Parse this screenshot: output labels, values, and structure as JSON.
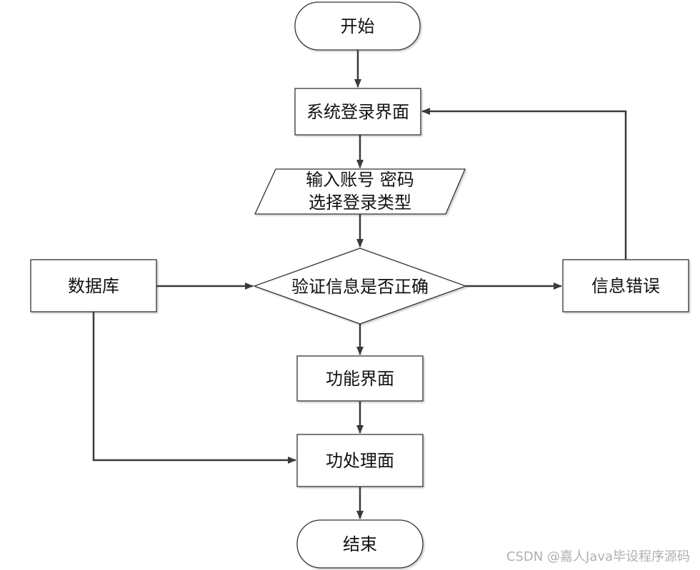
{
  "nodes": {
    "start": {
      "label": "开始"
    },
    "login_page": {
      "label": "系统登录界面"
    },
    "input": {
      "line1": "输入账号 密码",
      "line2": "选择登录类型"
    },
    "verify": {
      "label": "验证信息是否正确"
    },
    "database": {
      "label": "数据库"
    },
    "error": {
      "label": "信息错误"
    },
    "function_page": {
      "label": "功能界面"
    },
    "process_page": {
      "label": "功处理面"
    },
    "end": {
      "label": "结束"
    }
  },
  "watermark": "CSDN @嘉人Java毕设程序源码"
}
